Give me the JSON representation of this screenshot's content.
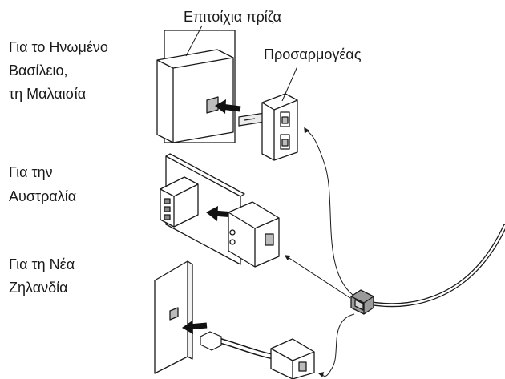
{
  "labels": {
    "wall_socket": "Επιτοίχια πρίζα",
    "adapter": "Προσαρμογέας",
    "uk_malaysia": [
      "Για το Ηνωμένο",
      "Βασίλειο,",
      "τη Μαλαισία"
    ],
    "australia": [
      "Για την",
      "Αυστραλία"
    ],
    "new_zealand": [
      "Για τη Νέα",
      "Ζηλανδία"
    ]
  },
  "colors": {
    "line": "#1a1a1a",
    "fill": "#ffffff",
    "plug": "#cfcfcf",
    "plug_dark": "#8c8c8c",
    "arrow": "#111111"
  }
}
